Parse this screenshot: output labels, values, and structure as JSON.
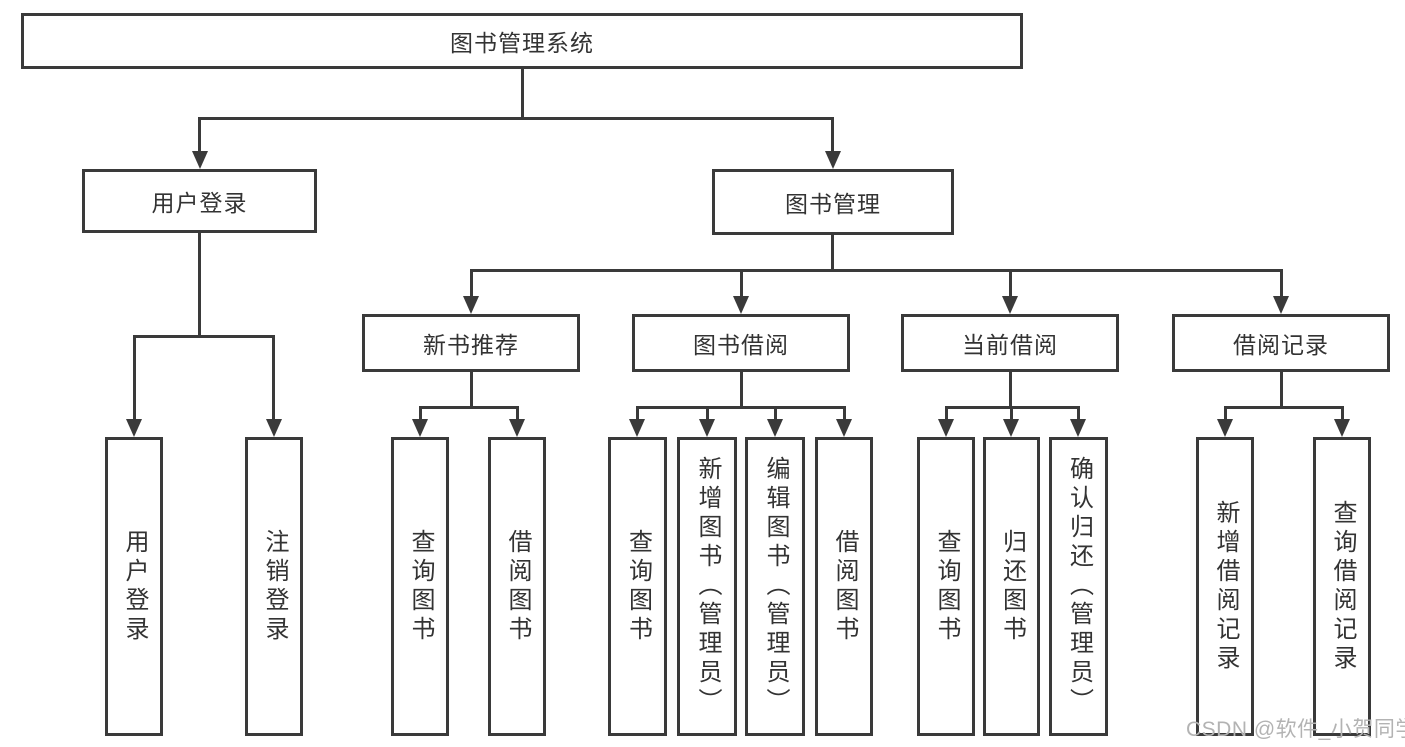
{
  "title": "图书管理系统",
  "tree": {
    "label": "图书管理系统",
    "children": [
      {
        "label": "用户登录",
        "children": [
          {
            "label": "用户登录"
          },
          {
            "label": "注销登录"
          }
        ]
      },
      {
        "label": "图书管理",
        "children": [
          {
            "label": "新书推荐",
            "children": [
              {
                "label": "查询图书"
              },
              {
                "label": "借阅图书"
              }
            ]
          },
          {
            "label": "图书借阅",
            "children": [
              {
                "label": "查询图书"
              },
              {
                "label": "新增图书（管理员）"
              },
              {
                "label": "编辑图书（管理员）"
              },
              {
                "label": "借阅图书"
              }
            ]
          },
          {
            "label": "当前借阅",
            "children": [
              {
                "label": "查询图书"
              },
              {
                "label": "归还图书"
              },
              {
                "label": "确认归还（管理员）"
              }
            ]
          },
          {
            "label": "借阅记录",
            "children": [
              {
                "label": "新增借阅记录"
              },
              {
                "label": "查询借阅记录"
              }
            ]
          }
        ]
      }
    ]
  },
  "watermark": "CSDN @软件_小贺同学",
  "colors": {
    "line": "#3a3a3a",
    "text": "#333333",
    "watermark": "#b3b3b3",
    "background": "#ffffff"
  }
}
